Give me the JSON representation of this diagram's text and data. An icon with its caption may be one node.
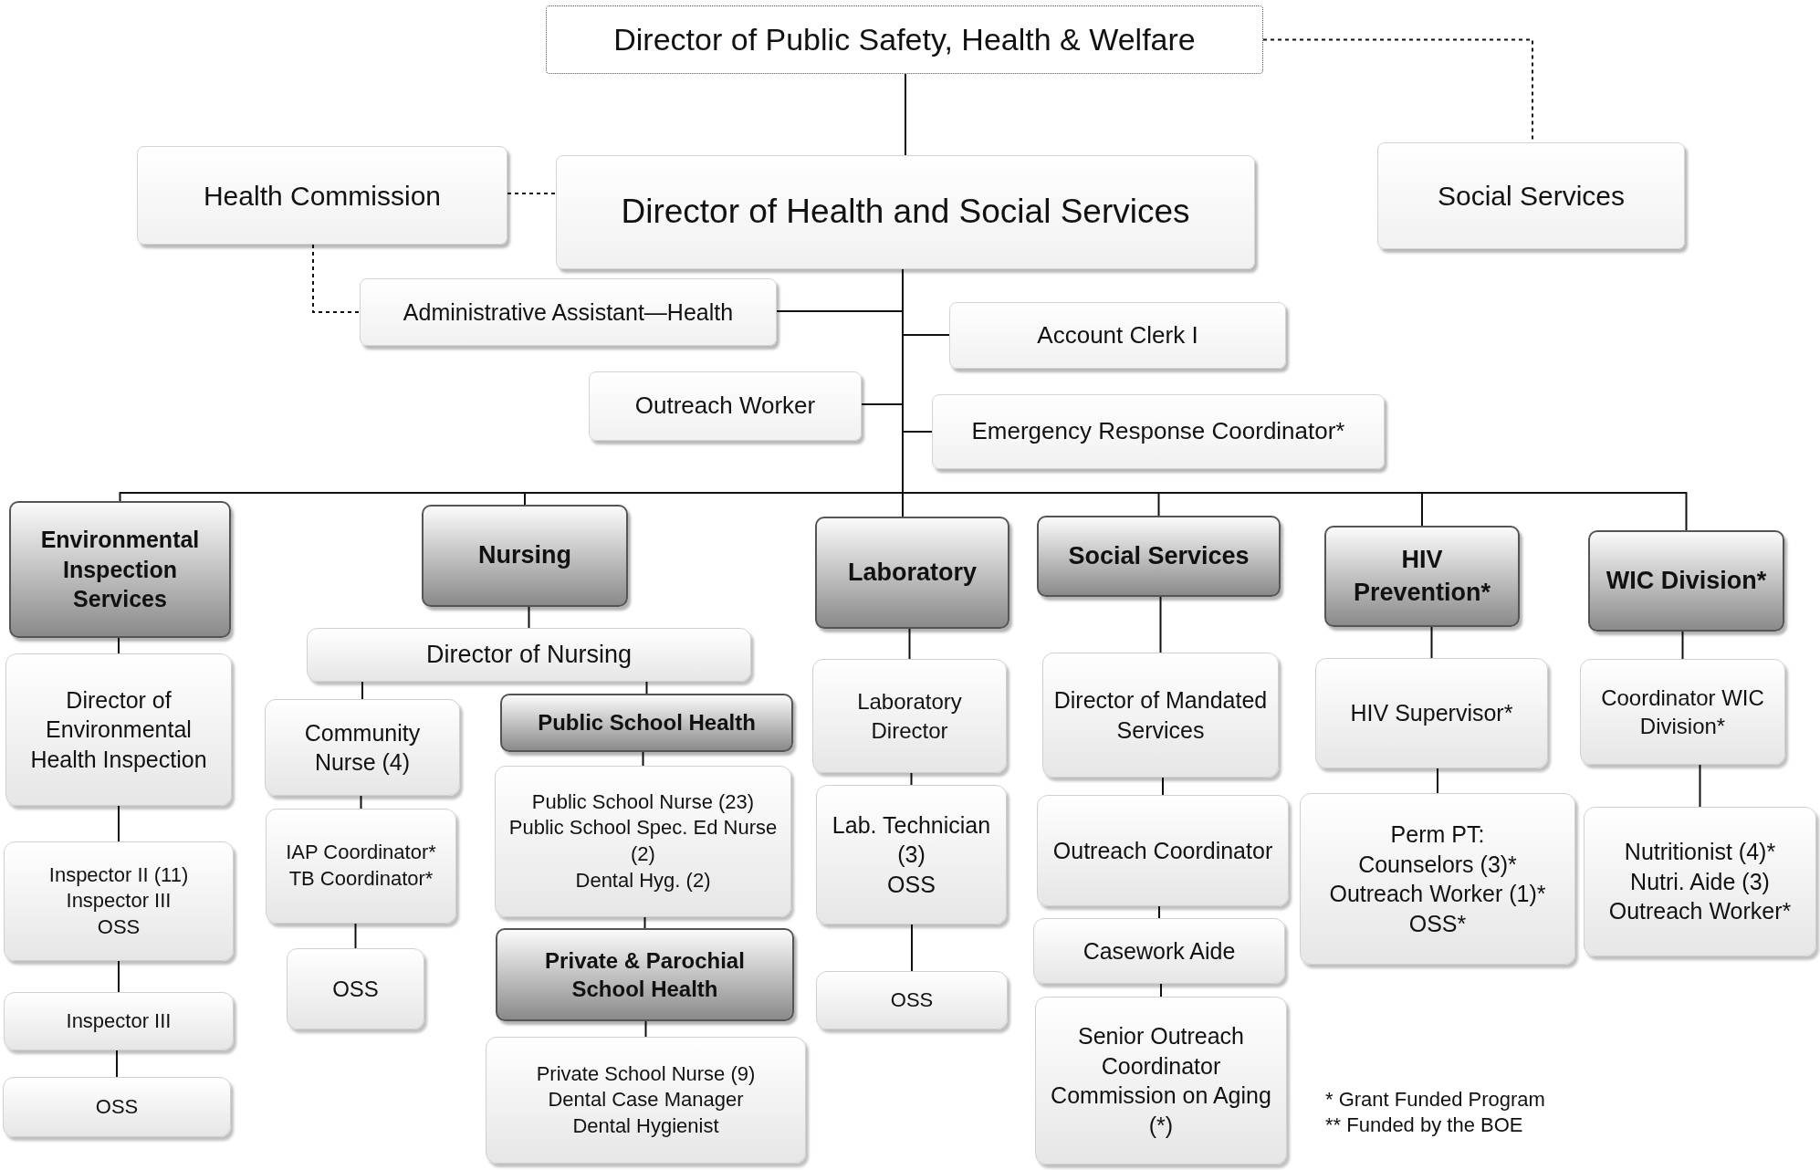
{
  "diagram": {
    "nodes": [
      {
        "text": [
          "Director of Public Safety, Health & Welfare"
        ]
      },
      {
        "text": [
          "Health Commission"
        ]
      },
      {
        "text": [
          "Director of Health and Social Services"
        ]
      },
      {
        "text": [
          "Social Services"
        ]
      },
      {
        "text": [
          "Administrative Assistant—Health"
        ]
      },
      {
        "text": [
          "Account Clerk I"
        ]
      },
      {
        "text": [
          "Outreach Worker"
        ]
      },
      {
        "text": [
          "Emergency Response Coordinator*"
        ]
      },
      {
        "text": [
          "Environmental Inspection Services"
        ]
      },
      {
        "text": [
          "Nursing"
        ]
      },
      {
        "text": [
          "Laboratory"
        ]
      },
      {
        "text": [
          "Social Services"
        ]
      },
      {
        "text": [
          "HIV Prevention*"
        ]
      },
      {
        "text": [
          "WIC Division*"
        ]
      },
      {
        "text": [
          "Director of Environmental Health Inspection"
        ]
      },
      {
        "text": [
          "Inspector II (11)",
          "Inspector III",
          "OSS"
        ]
      },
      {
        "text": [
          "Inspector III"
        ]
      },
      {
        "text": [
          "OSS"
        ]
      },
      {
        "text": [
          "Director of Nursing"
        ]
      },
      {
        "text": [
          "Community Nurse (4)"
        ]
      },
      {
        "text": [
          "IAP Coordinator*",
          "TB Coordinator*"
        ]
      },
      {
        "text": [
          "OSS"
        ]
      },
      {
        "text": [
          "Public School Health"
        ]
      },
      {
        "text": [
          "Public School Nurse (23)",
          "Public School Spec. Ed Nurse (2)",
          "Dental Hyg. (2)"
        ]
      },
      {
        "text": [
          "Private & Parochial School Health"
        ]
      },
      {
        "text": [
          "Private School Nurse (9)",
          "Dental Case Manager",
          "Dental Hygienist"
        ]
      },
      {
        "text": [
          "Laboratory Director"
        ]
      },
      {
        "text": [
          "Lab. Technician (3)",
          "OSS"
        ]
      },
      {
        "text": [
          "OSS"
        ]
      },
      {
        "text": [
          "Director of Mandated Services"
        ]
      },
      {
        "text": [
          "Outreach Coordinator"
        ]
      },
      {
        "text": [
          "Casework Aide"
        ]
      },
      {
        "text": [
          "Senior Outreach Coordinator Commission on Aging (*)"
        ]
      },
      {
        "text": [
          "HIV Supervisor*"
        ]
      },
      {
        "text": [
          "Perm PT:",
          "Counselors (3)*",
          "Outreach Worker (1)*",
          "OSS*"
        ]
      },
      {
        "text": [
          "Coordinator WIC Division*"
        ]
      },
      {
        "text": [
          "Nutritionist (4)*",
          "Nutri. Aide (3)",
          "Outreach Worker*"
        ]
      }
    ],
    "edges": [
      {
        "from": 0,
        "to": 2,
        "arrow": "none"
      },
      {
        "from": 0,
        "to": 3,
        "arrow": "none",
        "style": "dashed"
      },
      {
        "from": 1,
        "to": 2,
        "arrow": "none",
        "style": "dashed"
      },
      {
        "from": 1,
        "to": 4,
        "arrow": "none",
        "style": "dashed"
      },
      {
        "from": 2,
        "to": 4,
        "arrow": "none"
      },
      {
        "from": 2,
        "to": 5,
        "arrow": "none"
      },
      {
        "from": 2,
        "to": 6,
        "arrow": "none"
      },
      {
        "from": 2,
        "to": 7,
        "arrow": "none"
      },
      {
        "from": 2,
        "to": 8,
        "arrow": "none"
      },
      {
        "from": 2,
        "to": 9,
        "arrow": "none"
      },
      {
        "from": 2,
        "to": 10,
        "arrow": "none"
      },
      {
        "from": 2,
        "to": 11,
        "arrow": "none"
      },
      {
        "from": 2,
        "to": 12,
        "arrow": "none"
      },
      {
        "from": 2,
        "to": 13,
        "arrow": "none"
      },
      {
        "from": 8,
        "to": 14,
        "arrow": "none"
      },
      {
        "from": 14,
        "to": 15,
        "arrow": "none"
      },
      {
        "from": 15,
        "to": 16,
        "arrow": "none"
      },
      {
        "from": 16,
        "to": 17,
        "arrow": "none"
      },
      {
        "from": 9,
        "to": 18,
        "arrow": "none"
      },
      {
        "from": 18,
        "to": 19,
        "arrow": "none"
      },
      {
        "from": 19,
        "to": 20,
        "arrow": "none"
      },
      {
        "from": 20,
        "to": 21,
        "arrow": "none"
      },
      {
        "from": 18,
        "to": 22,
        "arrow": "none"
      },
      {
        "from": 22,
        "to": 23,
        "arrow": "none"
      },
      {
        "from": 23,
        "to": 24,
        "arrow": "none"
      },
      {
        "from": 24,
        "to": 25,
        "arrow": "none"
      },
      {
        "from": 10,
        "to": 26,
        "arrow": "none"
      },
      {
        "from": 26,
        "to": 27,
        "arrow": "none"
      },
      {
        "from": 27,
        "to": 28,
        "arrow": "none"
      },
      {
        "from": 11,
        "to": 29,
        "arrow": "none"
      },
      {
        "from": 29,
        "to": 30,
        "arrow": "none"
      },
      {
        "from": 30,
        "to": 31,
        "arrow": "none"
      },
      {
        "from": 31,
        "to": 32,
        "arrow": "none"
      },
      {
        "from": 12,
        "to": 33,
        "arrow": "none"
      },
      {
        "from": 33,
        "to": 34,
        "arrow": "none"
      },
      {
        "from": 13,
        "to": 35,
        "arrow": "none"
      },
      {
        "from": 35,
        "to": 36,
        "arrow": "none"
      }
    ],
    "labels": [
      "* Grant Funded Program",
      "** Funded by the BOE"
    ]
  }
}
